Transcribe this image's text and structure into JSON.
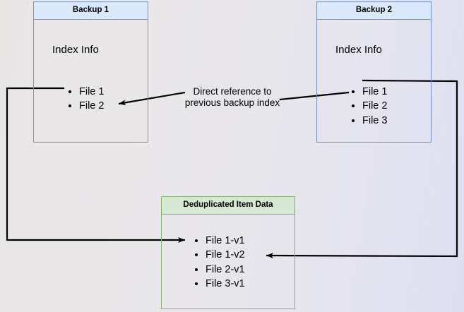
{
  "diagram": {
    "title": "Backup deduplication index reference diagram",
    "background_gradient_from": "#e8e5e5",
    "background_gradient_to": "#dcdef2",
    "blue_fill": "#dae8fc",
    "blue_stroke": "#7394c4",
    "green_fill": "#d5e8d4",
    "green_stroke": "#82b366",
    "edge_color": "#000000"
  },
  "backup1": {
    "header": "Backup 1",
    "index_label": "Index Info",
    "files": [
      {
        "label": "File 1"
      },
      {
        "label": "File 2"
      }
    ]
  },
  "backup2": {
    "header": "Backup 2",
    "index_label": "Index Info",
    "files": [
      {
        "label": "File 1"
      },
      {
        "label": "File 2"
      },
      {
        "label": "File 3"
      }
    ]
  },
  "dedup": {
    "header": "Deduplicated Item Data",
    "files": [
      {
        "label": "File 1-v1"
      },
      {
        "label": "File 1-v2"
      },
      {
        "label": "File 2-v1"
      },
      {
        "label": "File 3-v1"
      }
    ]
  },
  "annotation": {
    "line1": "Direct reference to",
    "line2": "previous backup index"
  }
}
